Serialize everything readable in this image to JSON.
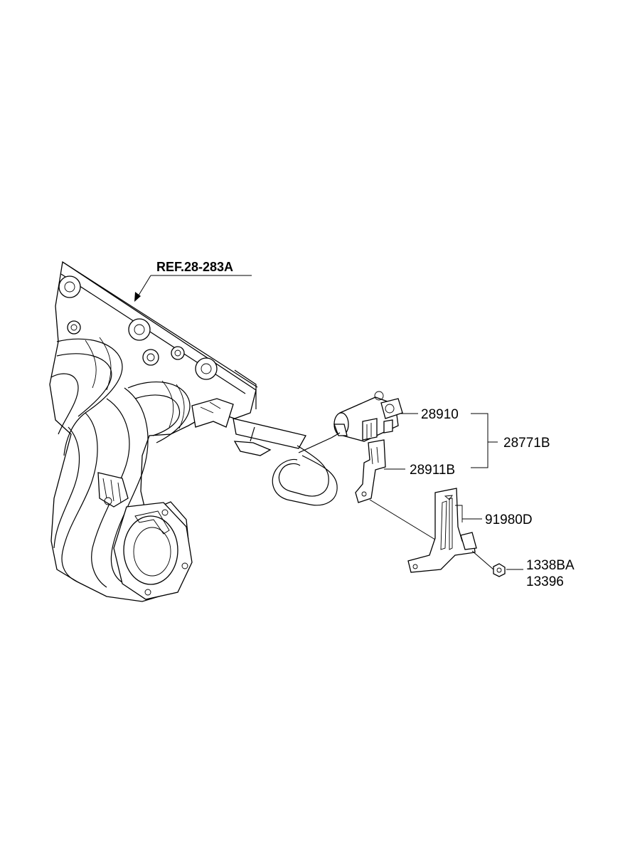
{
  "reference_label": "REF.28-283A",
  "part_numbers": {
    "valve": "28910",
    "assembly": "28771B",
    "valve_bracket": "28911B",
    "mount_bracket": "91980D",
    "nut_a": "1338BA",
    "nut_b": "13396"
  },
  "colors": {
    "line": "#000000",
    "background": "#ffffff"
  }
}
